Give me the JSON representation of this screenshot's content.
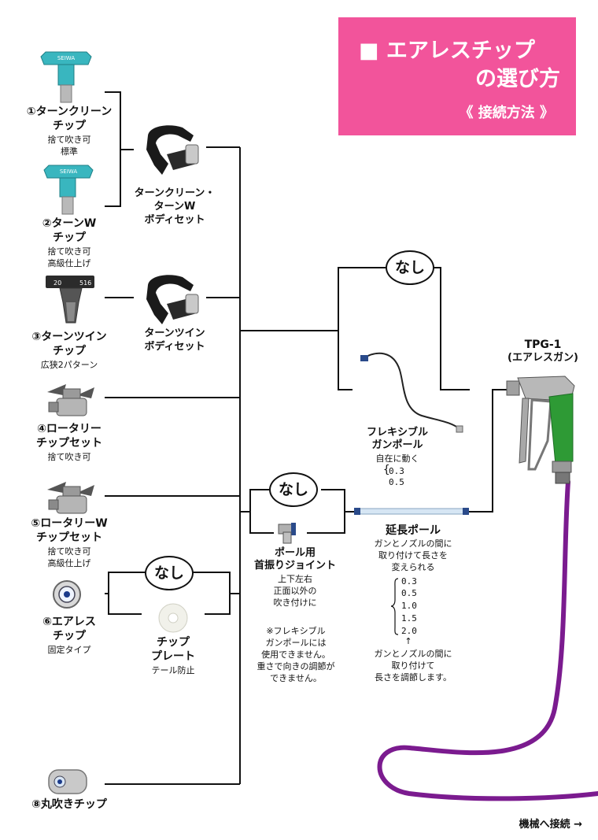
{
  "title": {
    "line1": "■ エアレスチップ",
    "line2": "の選び方",
    "subtitle": "《 接続方法 》"
  },
  "colors": {
    "title_bg": "#f2549b",
    "tip_teal": "#39b6bf",
    "gun_green": "#2e9a35",
    "hose_purple": "#7b1b8f"
  },
  "tips": {
    "t1": {
      "name_line1": "①ターンクリーン",
      "name_line2": "チップ",
      "desc_line1": "捨て吹き可",
      "desc_line2": "標準",
      "icon": "turn-clean-tip-icon"
    },
    "t2": {
      "name_line1": "②ターンW",
      "name_line2": "チップ",
      "desc_line1": "捨て吹き可",
      "desc_line2": "高級仕上げ",
      "icon": "turn-w-tip-icon"
    },
    "t3": {
      "name_line1": "③ターンツイン",
      "name_line2": "チップ",
      "desc_line1": "広狭2パターン",
      "icon": "turn-twin-tip-icon",
      "label_left": "20",
      "label_right": "516"
    },
    "t4": {
      "name_line1": "④ロータリー",
      "name_line2": "チップセット",
      "desc_line1": "捨て吹き可",
      "icon": "rotary-tip-icon"
    },
    "t5": {
      "name_line1": "⑤ロータリーW",
      "name_line2": "チップセット",
      "desc_line1": "捨て吹き可",
      "desc_line2": "高級仕上げ",
      "icon": "rotary-w-tip-icon"
    },
    "t6": {
      "name_line1": "⑥エアレス",
      "name_line2": "チップ",
      "desc_line1": "固定タイプ",
      "icon": "airless-tip-icon"
    },
    "t8": {
      "name_line1": "⑧丸吹きチップ",
      "icon": "round-tip-icon"
    }
  },
  "bodies": {
    "b1": {
      "line1": "ターンクリーン・",
      "line2": "ターンW",
      "line3": "ボディセット",
      "icon": "tip-guard-body-icon"
    },
    "b2": {
      "line1": "ターンツイン",
      "line2": "ボディセット",
      "icon": "tip-guard-body-icon"
    }
  },
  "plate": {
    "line1": "チップ",
    "line2": "プレート",
    "line3": "テール防止",
    "icon": "tip-plate-icon"
  },
  "nashi": {
    "label": "なし"
  },
  "flexible_pole": {
    "line1": "フレキシブル",
    "line2": "ガンポール",
    "line3": "自在に動く",
    "sizes": [
      "0.3",
      "0.5"
    ],
    "icon": "flexible-pole-icon"
  },
  "joint": {
    "line1": "ポール用",
    "line2": "首振りジョイント",
    "line3": "上下左右",
    "line4": "正面以外の",
    "line5": "吹き付けに",
    "icon": "swivel-joint-icon"
  },
  "joint_note": {
    "line1": "※フレキシブル",
    "line2": "ガンポールには",
    "line3": "使用できません。",
    "line4": "重さで向きの調節が",
    "line5": "できません。"
  },
  "ext_pole": {
    "line1": "延長ポール",
    "line2": "ガンとノズルの間に",
    "line3": "取り付けて長さを",
    "line4": "変えられる",
    "sizes": [
      "0.3",
      "0.5",
      "1.0",
      "1.5",
      "2.0"
    ],
    "arrow": "↑",
    "note_line1": "ガンとノズルの間に",
    "note_line2": "取り付けて",
    "note_line3": "長さを調節します。",
    "icon": "extension-pole-icon"
  },
  "gun": {
    "line1": "TPG-1",
    "line2": "(エアレスガン)",
    "icon": "airless-gun-icon"
  },
  "machine": {
    "label": "機械へ接続 →"
  }
}
